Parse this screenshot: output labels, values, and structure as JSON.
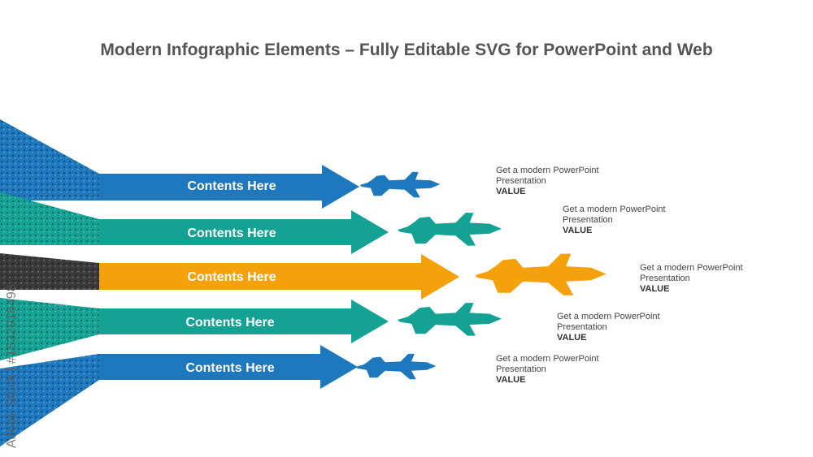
{
  "title": "Modern Infographic Elements – Fully Editable SVG for PowerPoint and Web",
  "colors": {
    "blue": "#1E78BE",
    "teal": "#13A294",
    "orange": "#F5A10C",
    "dark": "#3A3A3A"
  },
  "rows": [
    {
      "label": "Contents Here",
      "color": "blue",
      "info_line1": "Get a modern PowerPoint",
      "info_line2": "Presentation",
      "info_value": "VALUE",
      "icon": "jet-icon"
    },
    {
      "label": "Contents Here",
      "color": "teal",
      "info_line1": "Get a modern PowerPoint",
      "info_line2": "Presentation",
      "info_value": "VALUE",
      "icon": "jet-icon"
    },
    {
      "label": "Contents Here",
      "color": "orange",
      "info_line1": "Get a modern PowerPoint",
      "info_line2": "Presentation",
      "info_value": "VALUE",
      "icon": "jet-icon"
    },
    {
      "label": "Contents Here",
      "color": "teal",
      "info_line1": "Get a modern PowerPoint",
      "info_line2": "Presentation",
      "info_value": "VALUE",
      "icon": "jet-icon"
    },
    {
      "label": "Contents Here",
      "color": "blue",
      "info_line1": "Get a modern PowerPoint",
      "info_line2": "Presentation",
      "info_value": "VALUE",
      "icon": "jet-icon"
    }
  ],
  "watermark": "Adobe Stock | #1532918498"
}
